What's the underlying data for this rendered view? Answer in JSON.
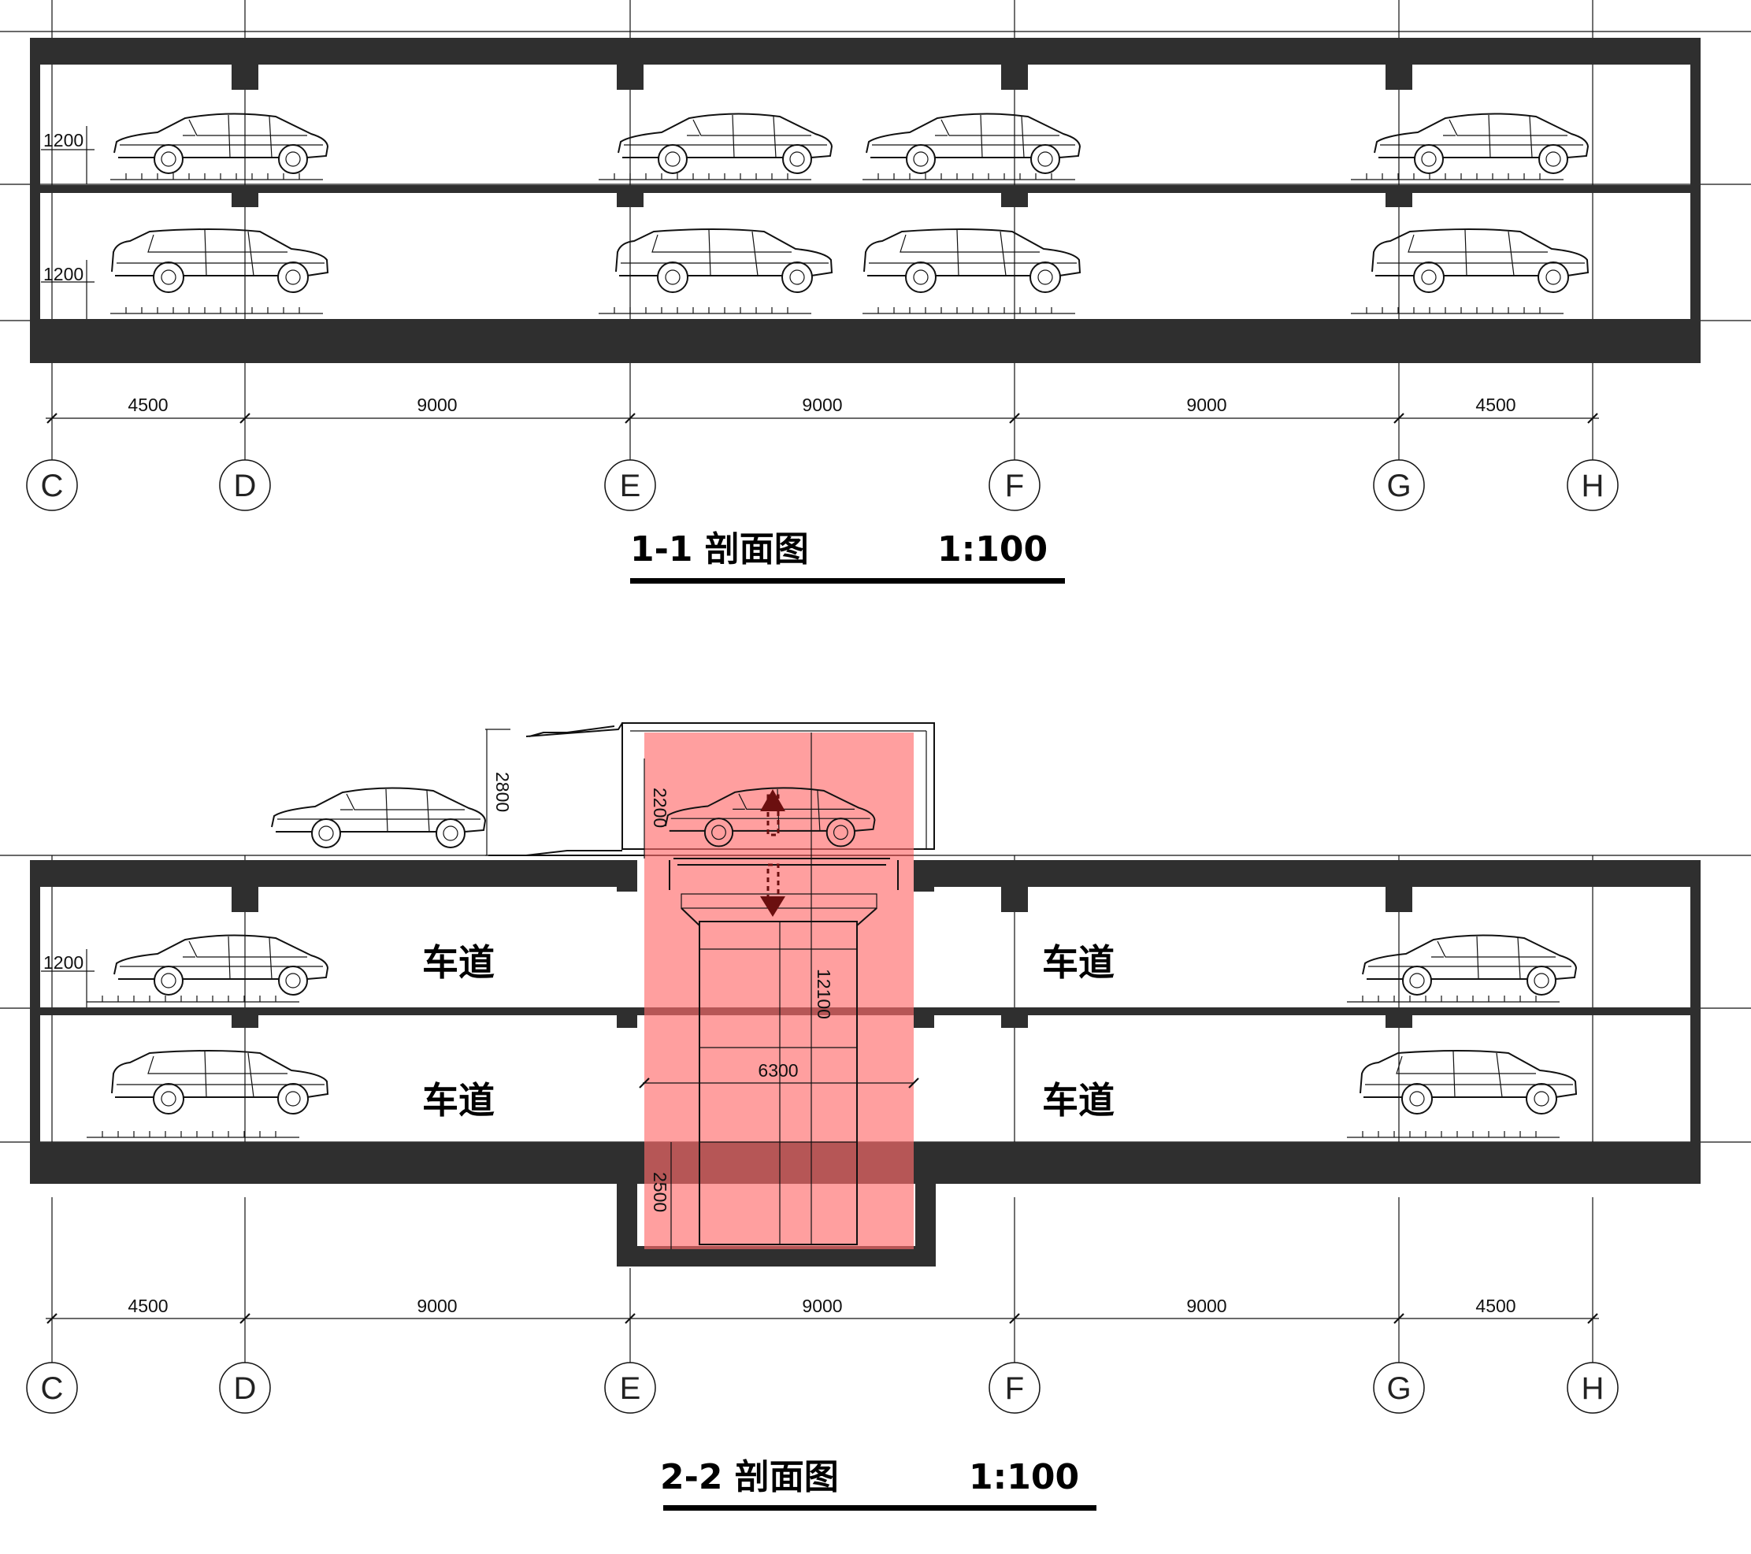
{
  "colors": {
    "slab": "#2f2f2f",
    "highlight": "#ff6b6b",
    "arrow": "#6b0f0f"
  },
  "section_1": {
    "title": "1-1 剖面图",
    "scale": "1:100",
    "spans": [
      "4500",
      "9000",
      "9000",
      "9000",
      "4500"
    ],
    "grid_labels": [
      "C",
      "D",
      "E",
      "F",
      "G",
      "H"
    ],
    "level_heights": [
      "1200",
      "1200"
    ]
  },
  "section_2": {
    "title": "2-2 剖面图",
    "scale": "1:100",
    "spans": [
      "4500",
      "9000",
      "9000",
      "9000",
      "4500"
    ],
    "grid_labels": [
      "C",
      "D",
      "E",
      "F",
      "G",
      "H"
    ],
    "level_heights": [
      "1200"
    ],
    "lane_labels": [
      "车道",
      "车道",
      "车道",
      "车道"
    ],
    "lift_dims": {
      "canopy_height": "2800",
      "car_height": "2200",
      "shaft_height": "12100",
      "shaft_width": "6300",
      "pit_depth": "2500"
    }
  }
}
